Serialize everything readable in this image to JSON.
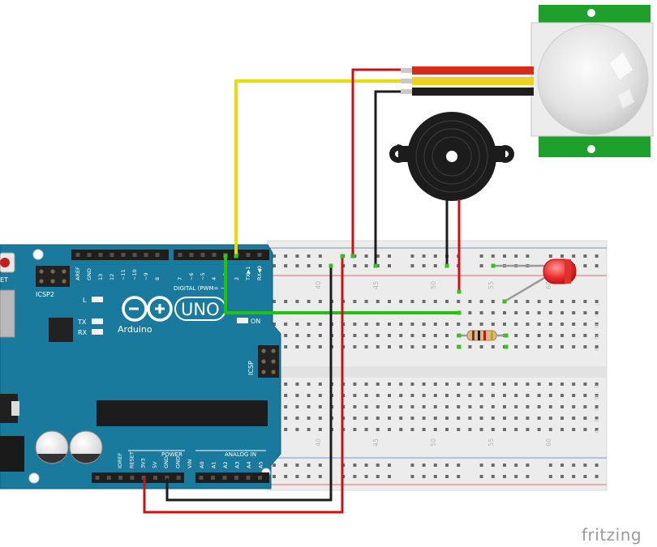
{
  "arduino": {
    "brand": "Arduino",
    "model": "UNO",
    "digital_header": "DIGITAL (PWM= ~)",
    "digital_pins": [
      "AREF",
      "GND",
      "13",
      "12",
      "~11",
      "~10",
      "~9",
      "8",
      "7",
      "~6",
      "~5",
      "4",
      "~3",
      "2",
      "TX▶1",
      "RX◀0"
    ],
    "power_header": "POWER",
    "analog_header": "ANALOG IN",
    "power_pins": [
      "IOREF",
      "RESET",
      "3V3",
      "5V",
      "GND",
      "GND",
      "VIN"
    ],
    "analog_pins": [
      "A0",
      "A1",
      "A2",
      "A3",
      "A4",
      "A5"
    ],
    "icsp2_label": "ICSP2",
    "icsp_label": "ICSP",
    "led_l": "L",
    "led_tx": "TX",
    "led_rx": "RX",
    "led_on": "ON",
    "reset_label_partial": "ET"
  },
  "breadboard": {
    "column_numbers": [
      "40",
      "45",
      "50",
      "55",
      "60"
    ],
    "row_letters_top": [
      "J",
      "I",
      "H",
      "G",
      "F"
    ],
    "row_letters_bottom": [
      "E",
      "D",
      "C",
      "B",
      "A"
    ]
  },
  "brand": "fritzing",
  "wire_colors": {
    "red": "#d01010",
    "yellow": "#f2e600",
    "black": "#1c1c1c",
    "green": "#22c010"
  }
}
